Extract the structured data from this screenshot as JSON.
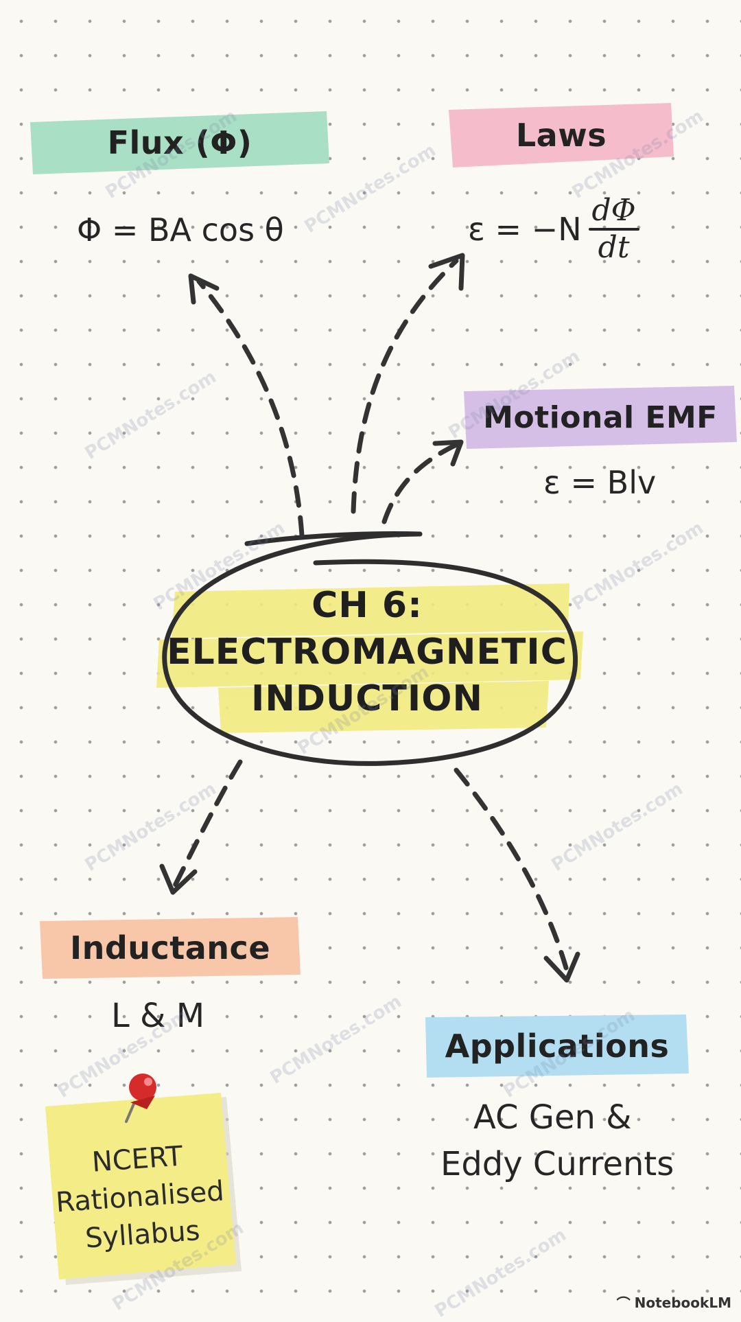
{
  "title": {
    "line1": "CH 6:",
    "line2": "ELECTROMAGNETIC",
    "line3": "INDUCTION"
  },
  "nodes": {
    "flux": {
      "label": "Flux (Φ)",
      "formula": "Φ = BA cos θ",
      "color": "#a9dfc4"
    },
    "laws": {
      "label": "Laws",
      "formula_left": "ε = −N",
      "numerator": "dΦ",
      "denominator": "dt",
      "color": "#f5bccb"
    },
    "motional_emf": {
      "label": "Motional EMF",
      "formula": "ε = Blv",
      "color": "#d6bfe6"
    },
    "inductance": {
      "label": "Inductance",
      "sub": "L & M",
      "color": "#f8c6a8"
    },
    "applications": {
      "label": "Applications",
      "sub_line1": "AC Gen &",
      "sub_line2": "Eddy Currents",
      "color": "#b3def2"
    }
  },
  "sticky_note": {
    "line1": "NCERT",
    "line2": "Rationalised",
    "line3": "Syllabus",
    "color": "#f4ec86"
  },
  "center_highlight_color": "#f1ea7e",
  "watermark_text": "PCMNotes.com",
  "brand": "NotebookLM"
}
